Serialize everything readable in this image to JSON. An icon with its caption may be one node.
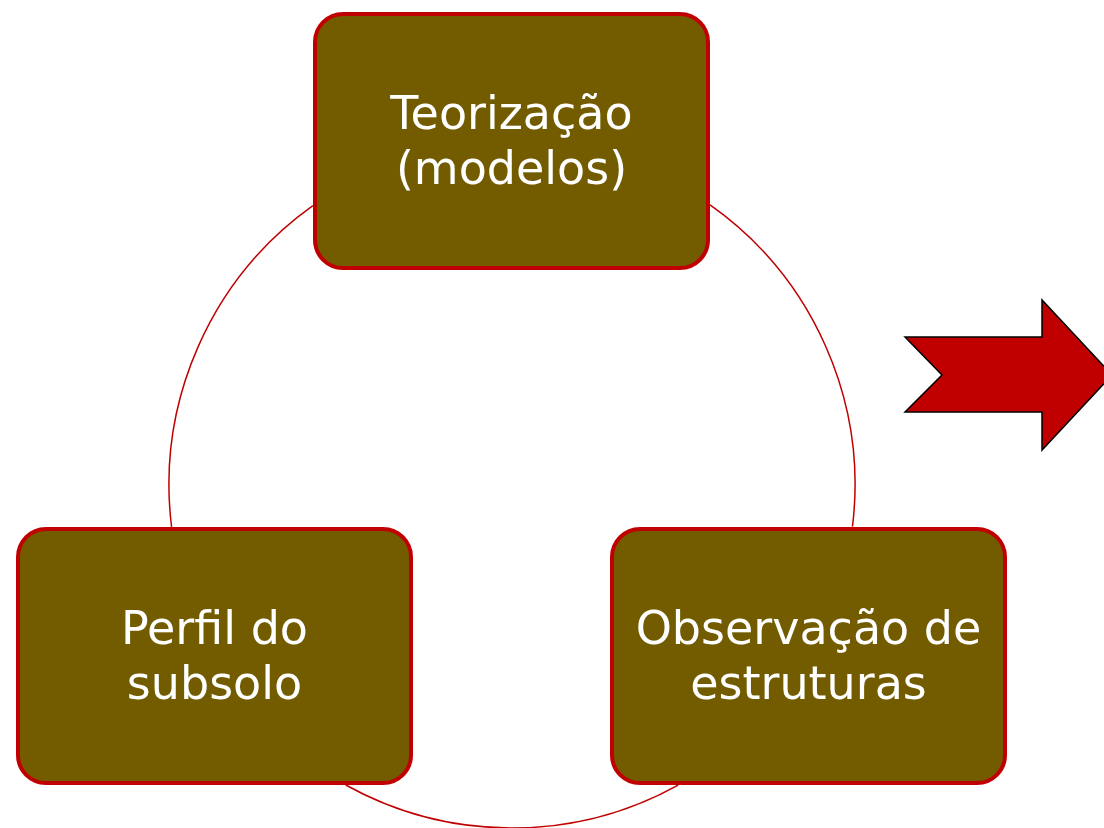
{
  "diagram": {
    "nodes": [
      {
        "text": [
          "Teorização (modelos)"
        ]
      },
      {
        "text": [
          "Observação de estruturas"
        ]
      },
      {
        "text": [
          "Perfil do subsolo"
        ]
      }
    ],
    "edges": [
      {
        "from": 0,
        "to": 1,
        "arrow": "none"
      },
      {
        "from": 1,
        "to": 2,
        "arrow": "none"
      },
      {
        "from": 2,
        "to": 0,
        "arrow": "none"
      }
    ]
  }
}
